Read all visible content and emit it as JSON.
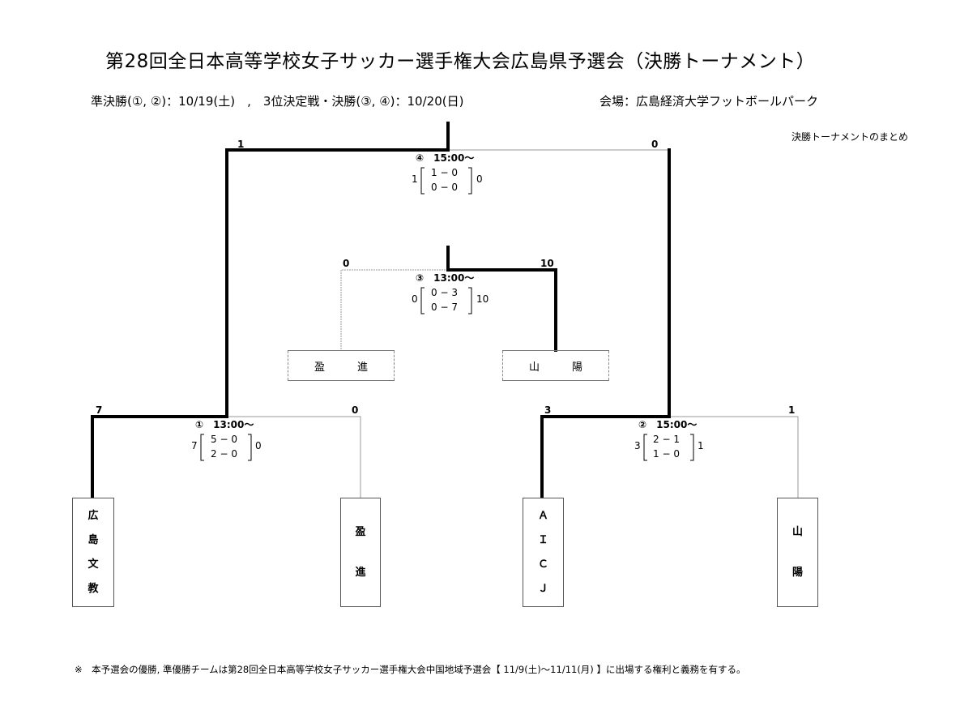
{
  "title": "第28回全日本高等学校女子サッカー選手権大会広島県予選会（決勝トーナメント）",
  "schedule": "準決勝(①, ②)：10/19(土)　,　3位決定戦・決勝(③, ④)：10/20(日)",
  "venue": "会場：広島経済大学フットボールパーク",
  "summary_label": "決勝トーナメントのまとめ",
  "footnote": "※　本予選会の優勝, 準優勝チームは第28回全日本高等学校女子サッカー選手権大会中国地域予選会【 11/9(土)～11/11(月) 】に出場する権利と義務を有する。",
  "teams": {
    "t1": [
      "広",
      "島",
      "文",
      "教"
    ],
    "t2": [
      "盈",
      "進"
    ],
    "t3": [
      "Ａ",
      "Ｉ",
      "Ｃ",
      "Ｊ"
    ],
    "t4": [
      "山",
      "陽"
    ]
  },
  "third_place_teams": {
    "left": [
      "盈",
      "進"
    ],
    "right": [
      "山",
      "陽"
    ]
  },
  "matches": {
    "m1": {
      "label": "①　13:00～",
      "left_total": "7",
      "right_total": "0",
      "half1": "5 − 0",
      "half2": "2 − 0",
      "score_left": "7",
      "score_right": "0"
    },
    "m2": {
      "label": "②　15:00～",
      "left_total": "3",
      "right_total": "1",
      "half1": "2 − 1",
      "half2": "1 − 0",
      "score_left": "3",
      "score_right": "1"
    },
    "m3": {
      "label": "③　13:00～",
      "left_total": "0",
      "right_total": "10",
      "half1": "0 − 3",
      "half2": "0 − 7",
      "score_left": "0",
      "score_right": "10"
    },
    "m4": {
      "label": "④　15:00～",
      "left_total": "1",
      "right_total": "0",
      "half1": "1 − 0",
      "half2": "0 − 0",
      "score_left": "1",
      "score_right": "0"
    }
  }
}
